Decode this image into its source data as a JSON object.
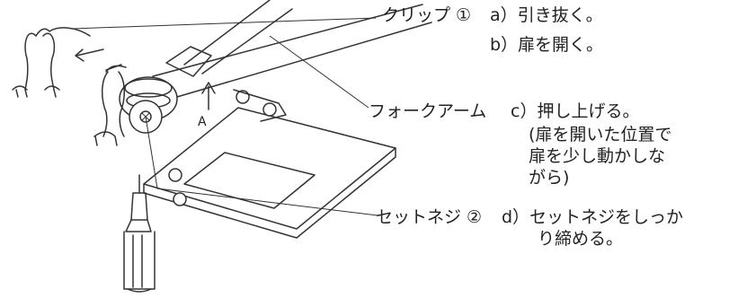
{
  "labels": {
    "clip": "クリップ ①",
    "fork_arm": "フォークアーム",
    "set_screw": "セットネジ ②",
    "arrow_a": "A"
  },
  "steps": {
    "a": "a）引き抜く。",
    "b": "b）扉を開く。",
    "c": "c）押し上げる。",
    "c_note_1": "(扉を開いた位置で",
    "c_note_2": "扉を少し動かしな",
    "c_note_3": "がら)",
    "d_1": "d）セットネジをしっか",
    "d_2": "り締める。"
  }
}
